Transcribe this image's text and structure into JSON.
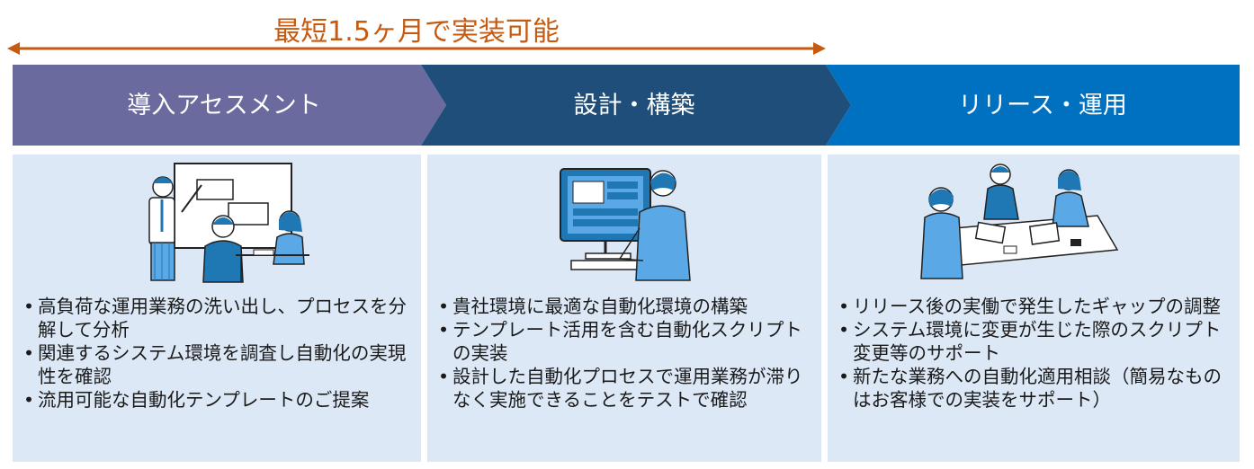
{
  "timeline": {
    "label": "最短1.5ヶ月で実装可能",
    "color": "#c55a11"
  },
  "phases": [
    {
      "title": "導入アセスメント",
      "color": "#6a6a9e",
      "icon": "presentation-meeting-icon",
      "bullets": [
        "高負荷な運用業務の洗い出し、プロセスを分解して分析",
        "関連するシステム環境を調査し自動化の実現性を確認",
        "流用可能な自動化テンプレートのご提案"
      ]
    },
    {
      "title": "設計・構築",
      "color": "#1e4e79",
      "icon": "computer-work-icon",
      "bullets": [
        "貴社環境に最適な自動化環境の構築",
        "テンプレート活用を含む自動化スクリプトの実装",
        "設計した自動化プロセスで運用業務が滞りなく実施できることをテストで確認"
      ]
    },
    {
      "title": "リリース・運用",
      "color": "#0070c0",
      "icon": "team-discussion-icon",
      "bullets": [
        "リリース後の実働で発生したギャップの調整",
        "システム環境に変更が生じた際のスクリプト変更等のサポート",
        "新たな業務への自動化適用相談（簡易なものはお客様での実装をサポート）"
      ]
    }
  ],
  "panel_color": "#dce8f6"
}
